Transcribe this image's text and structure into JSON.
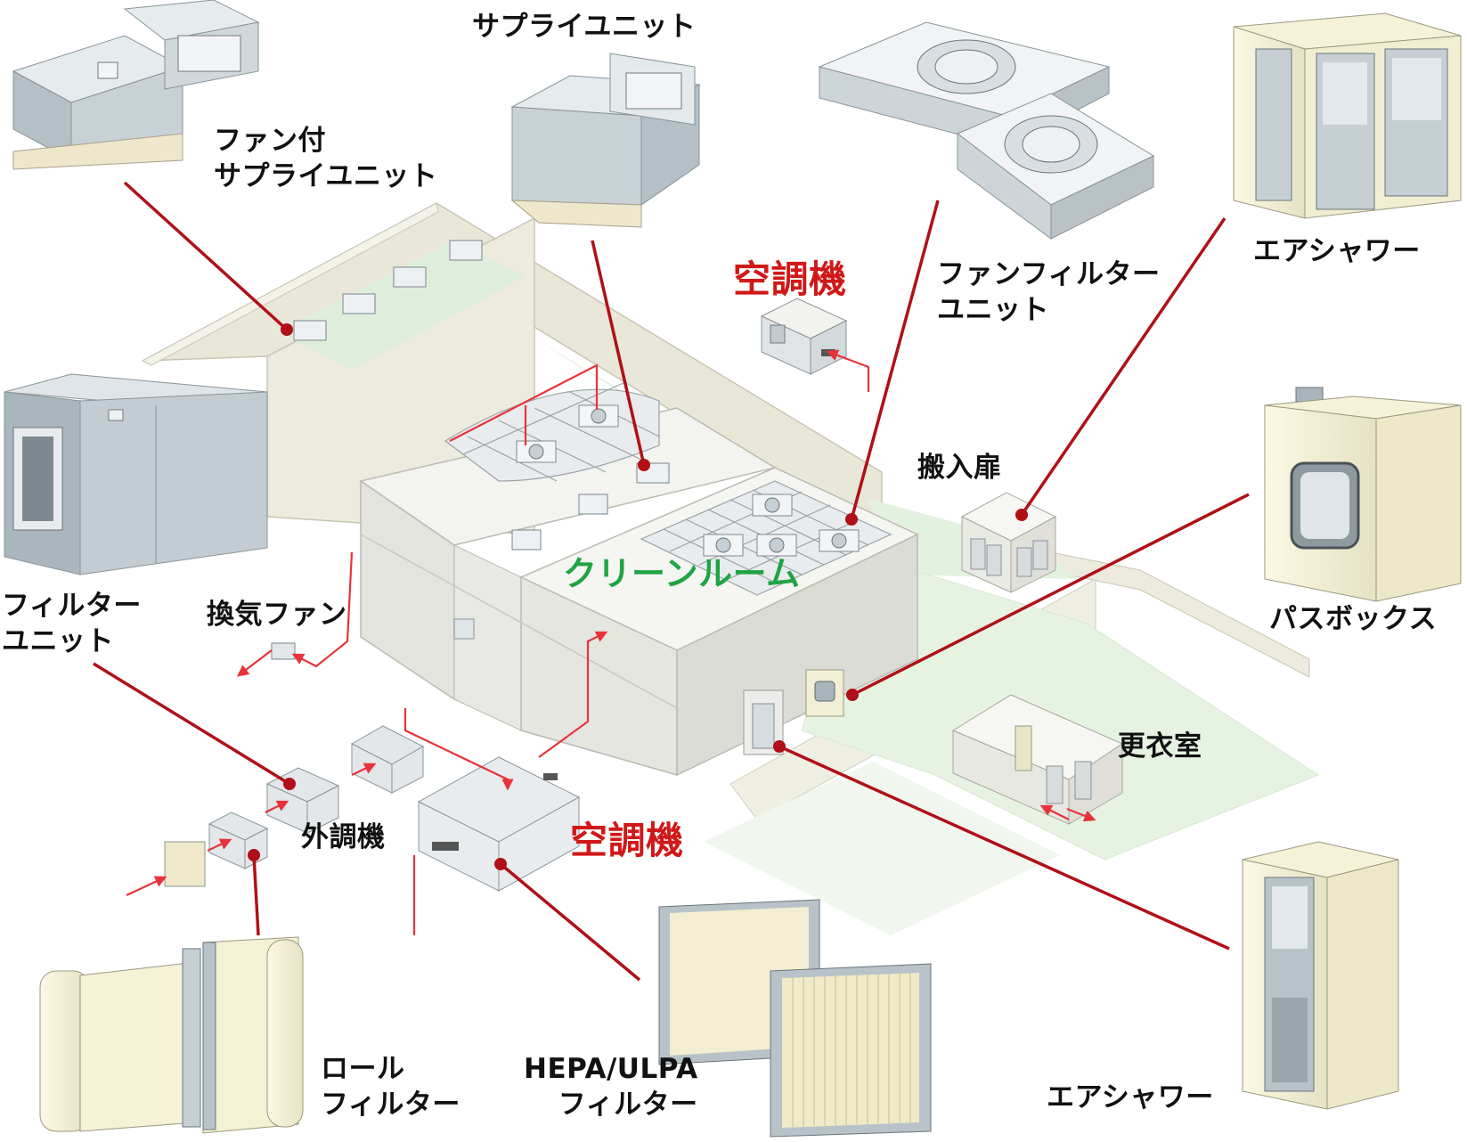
{
  "labels": {
    "fan_supply_unit": "ファン付\nサプライユニット",
    "supply_unit": "サプライユニット",
    "ac_unit_top": "空調機",
    "fan_filter_unit": "ファンフィルター\nユニット",
    "air_shower_top": "エアシャワー",
    "carry_in_door": "搬入扉",
    "pass_box": "パスボックス",
    "filter_unit": "フィルター\nユニット",
    "exhaust_fan": "換気ファン",
    "clean_room": "クリーンルーム",
    "changing_room": "更衣室",
    "outdoor_ac": "外調機",
    "ac_unit_bottom": "空調機",
    "roll_filter": "ロール\nフィルター",
    "hepa_ulpa_filter": "HEPA/ULPA\nフィルター",
    "air_shower_bottom": "エアシャワー"
  },
  "colors": {
    "leader_line": "#b01018",
    "air_flow": "#e8333a",
    "accent_red": "#d01818",
    "accent_green": "#1fa443",
    "wall": "#e6e4d4",
    "floor_green": "#e3f2df",
    "equipment": "#cdd6dc"
  },
  "icons": [
    "fan-supply-unit-icon",
    "supply-unit-icon",
    "ffu-panel-icon",
    "air-shower-icon",
    "filter-unit-box-icon",
    "pass-box-icon",
    "roll-filter-icon",
    "hepa-filter-icon",
    "ac-unit-icon",
    "outdoor-ac-icon",
    "exhaust-fan-icon"
  ]
}
